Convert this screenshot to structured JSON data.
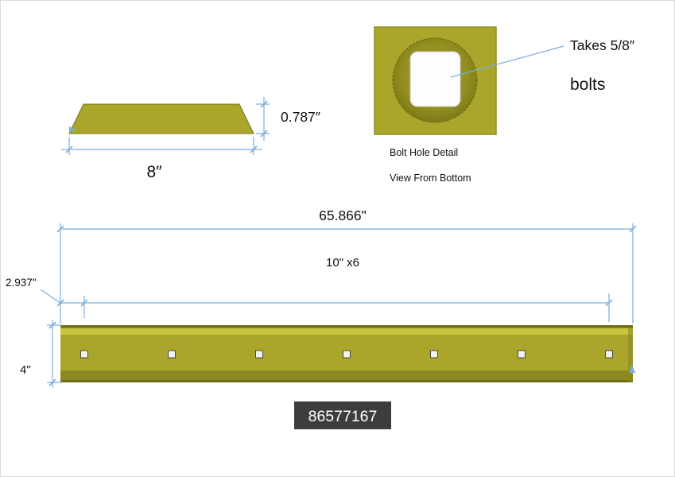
{
  "colors": {
    "blade": "#a9a62b",
    "blade_light": "#c8c53d",
    "blade_dark": "#8b891f",
    "blade_edge": "#6e6c18",
    "dim": "#7badde",
    "part_box_bg": "#3d3d3d",
    "part_box_text": "#ffffff"
  },
  "cross_section": {
    "thickness_label": "0.787″",
    "width_label": "8″"
  },
  "bolt_hole_detail": {
    "callout_line1": "Takes 5/8″",
    "callout_line2": "bolts",
    "caption_title": "Bolt Hole Detail",
    "caption_subtitle": "View From Bottom"
  },
  "blade_view": {
    "overall_length_label": "65.866\"",
    "hole_spacing_label": "10\" x6",
    "end_offset_label": "2.937\"",
    "height_label": "4\"",
    "bolt_hole_count": 7
  },
  "part_number_label": "86577167"
}
